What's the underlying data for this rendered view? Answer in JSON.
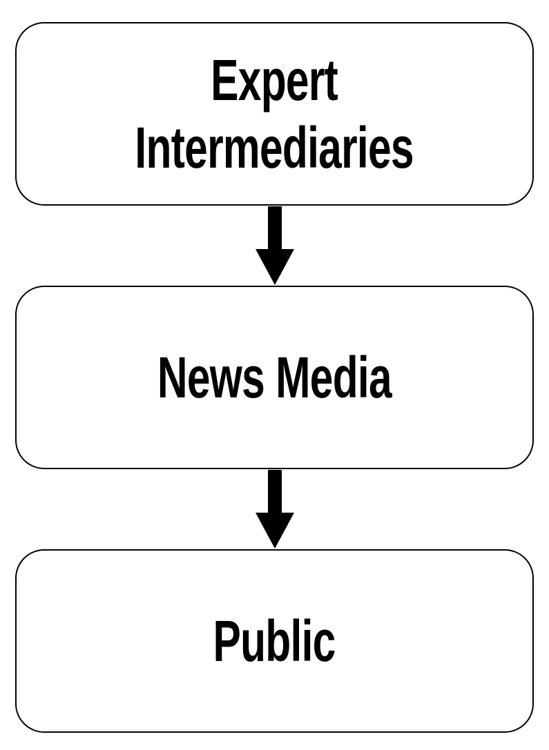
{
  "diagram": {
    "type": "flowchart",
    "direction": "top-to-bottom",
    "nodes": [
      {
        "id": "expert-intermediaries",
        "label_line1": "Expert",
        "label_line2": "Intermediaries"
      },
      {
        "id": "news-media",
        "label": "News Media"
      },
      {
        "id": "public",
        "label": "Public"
      }
    ],
    "edges": [
      {
        "from": "expert-intermediaries",
        "to": "news-media"
      },
      {
        "from": "news-media",
        "to": "public"
      }
    ],
    "colors": {
      "stroke": "#000000",
      "fill": "#ffffff",
      "text": "#000000"
    }
  }
}
